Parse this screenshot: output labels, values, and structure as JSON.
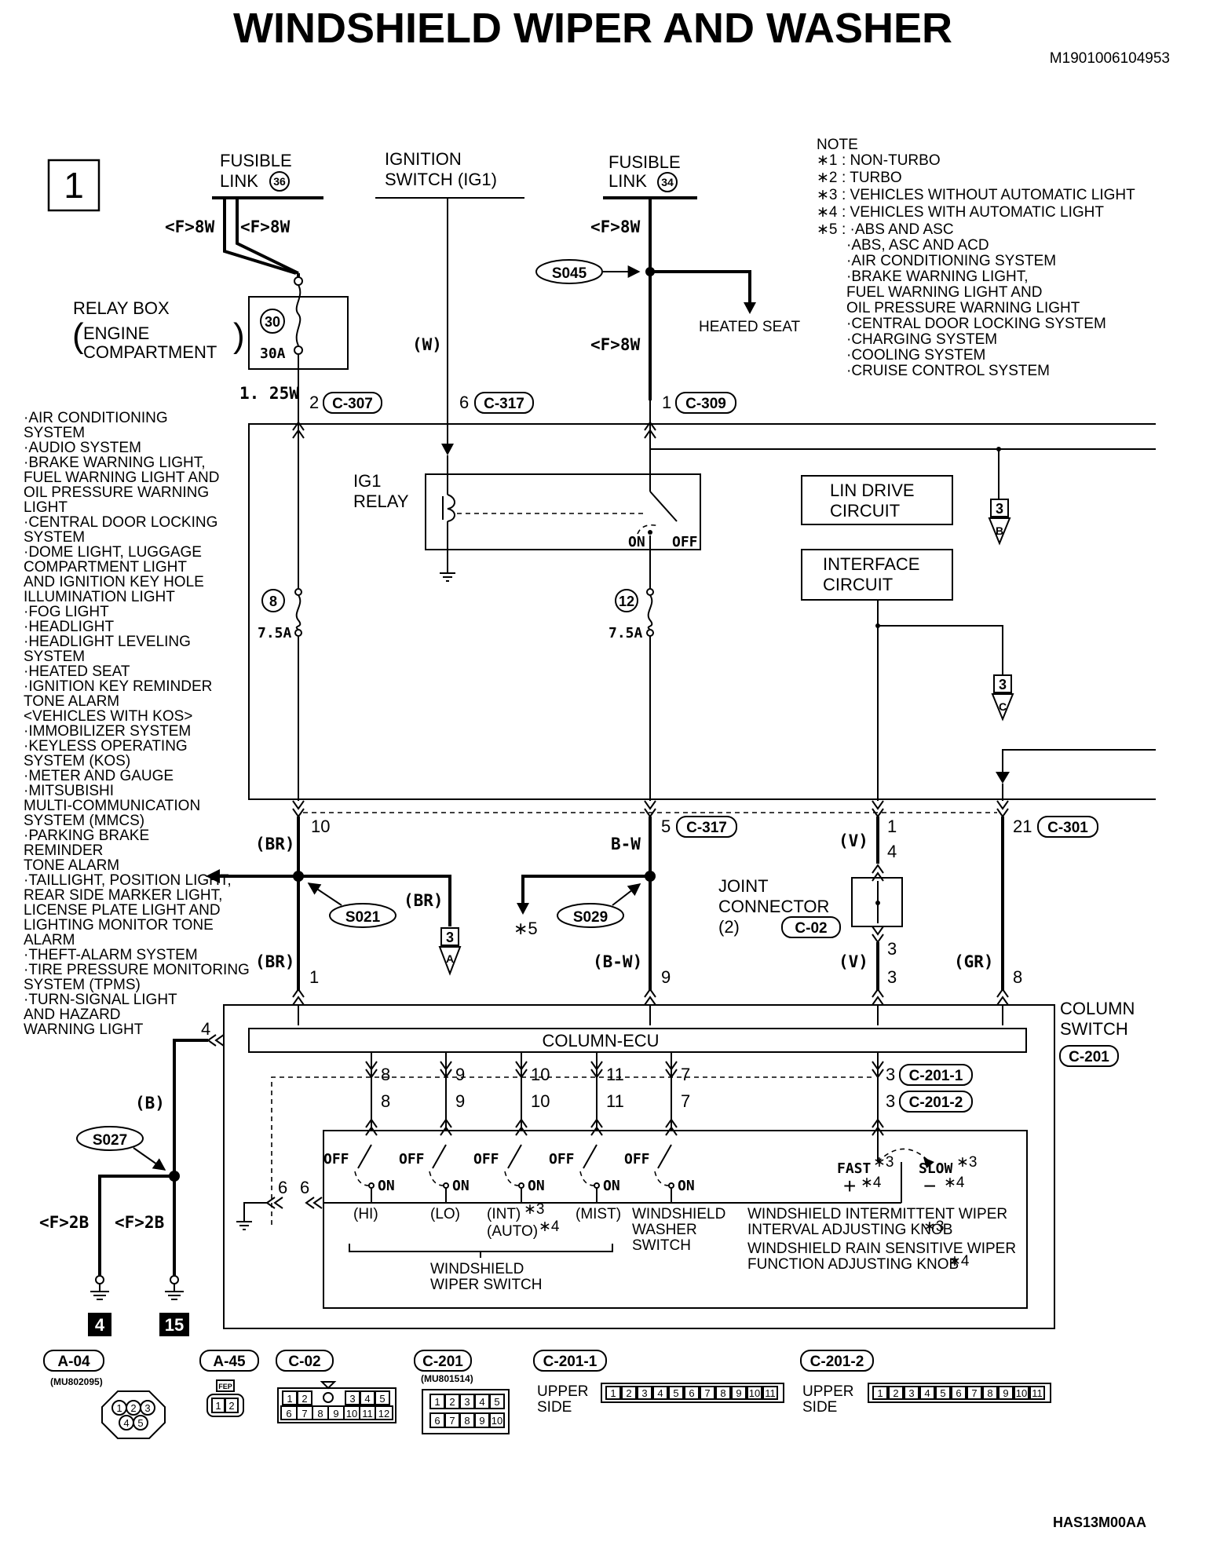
{
  "title": "WINDSHIELD WIPER AND WASHER",
  "doc_code": "M1901006104953",
  "footer_code": "HAS13M00AA",
  "page_number": "1",
  "notes": {
    "heading": "NOTE",
    "items": [
      {
        "mark": "∗1",
        "text": ": NON-TURBO"
      },
      {
        "mark": "∗2",
        "text": ": TURBO"
      },
      {
        "mark": "∗3",
        "text": ": VEHICLES WITHOUT AUTOMATIC LIGHT"
      },
      {
        "mark": "∗4",
        "text": ": VEHICLES WITH AUTOMATIC LIGHT"
      },
      {
        "mark": "∗5",
        "text": ": ·ABS AND ASC"
      }
    ],
    "star5_list": [
      "·ABS, ASC AND ACD",
      "·AIR CONDITIONING SYSTEM",
      "·BRAKE WARNING LIGHT,",
      " FUEL WARNING LIGHT AND",
      " OIL PRESSURE WARNING LIGHT",
      "·CENTRAL DOOR LOCKING SYSTEM",
      "·CHARGING SYSTEM",
      "·COOLING SYSTEM",
      "·CRUISE CONTROL SYSTEM"
    ]
  },
  "sources": {
    "fusible_36": {
      "line1": "FUSIBLE",
      "line2": "LINK",
      "num": "36"
    },
    "ignition": {
      "line1": "IGNITION",
      "line2": "SWITCH (IG1)"
    },
    "fusible_34": {
      "line1": "FUSIBLE",
      "line2": "LINK",
      "num": "34"
    }
  },
  "wire_labels": {
    "f8w_a": "<F>8W",
    "f8w_b": "<F>8W",
    "f8w_c": "<F>8W",
    "f8w_d": "<F>8W",
    "w": "(W)",
    "w125": "1. 25W",
    "br1": "(BR)",
    "br2": "(BR)",
    "br3": "(BR)",
    "bw1": "B-W",
    "bw2": "(B-W)",
    "v1": "(V)",
    "v2": "(V)",
    "gr": "(GR)",
    "b": "(B)",
    "f2b_a": "<F>2B",
    "f2b_b": "<F>2B"
  },
  "splices": {
    "s045": "S045",
    "s021": "S021",
    "s029": "S029",
    "s027": "S027"
  },
  "heated_seat": "HEATED SEAT",
  "relay_box": {
    "line1": "RELAY BOX",
    "line2": "ENGINE",
    "line3": "COMPARTMENT",
    "fuse_num": "30",
    "fuse_amp": "30A"
  },
  "connectors_top": {
    "c307": {
      "pin": "2",
      "id": "C-307"
    },
    "c317a": {
      "pin": "6",
      "id": "C-317"
    },
    "c309": {
      "pin": "1",
      "id": "C-309"
    }
  },
  "ig1_relay": {
    "line1": "IG1",
    "line2": "RELAY",
    "on": "ON",
    "off": "OFF"
  },
  "lin_drive": {
    "line1": "LIN DRIVE",
    "line2": "CIRCUIT"
  },
  "interface": {
    "line1": "INTERFACE",
    "line2": "CIRCUIT"
  },
  "fuse8": {
    "num": "8",
    "amp": "7.5A"
  },
  "fuse12": {
    "num": "12",
    "amp": "7.5A"
  },
  "refs": {
    "b": {
      "num": "3",
      "letter": "B"
    },
    "c": {
      "num": "3",
      "letter": "C"
    },
    "a": {
      "num": "3",
      "letter": "A"
    }
  },
  "pins_mid": {
    "p10": "10",
    "p5": "5",
    "c317b": "C-317",
    "p1": "1",
    "p4": "4",
    "p21": "21",
    "c301": "C-301",
    "p3a": "3",
    "p3b": "3",
    "pin1": "1",
    "pin9": "9",
    "pin8": "8",
    "pin4": "4"
  },
  "joint_connector": {
    "line1": "JOINT",
    "line2": "CONNECTOR",
    "line3": "(2)",
    "id": "C-02"
  },
  "star5": "∗5",
  "column_switch": {
    "line1": "COLUMN",
    "line2": "SWITCH",
    "id": "C-201"
  },
  "column_ecu": "COLUMN-ECU",
  "switch_pins": {
    "top": [
      "8",
      "9",
      "10",
      "11",
      "7"
    ],
    "bottom": [
      "8",
      "9",
      "10",
      "11",
      "7"
    ],
    "right_top": "3",
    "right_bottom": "3",
    "c2011": "C-201-1",
    "c2012": "C-201-2",
    "left_a": "6",
    "left_b": "6"
  },
  "switches": {
    "off": "OFF",
    "on": "ON",
    "hi": "(HI)",
    "lo": "(LO)",
    "int": "(INT)",
    "int_star": "∗3",
    "auto": "(AUTO)",
    "auto_star": "∗4",
    "mist": "(MIST)",
    "washer_1": "WINDSHIELD",
    "washer_2": "WASHER",
    "washer_3": "SWITCH",
    "wiper_1": "WINDSHIELD",
    "wiper_2": "WIPER SWITCH",
    "fast": "FAST",
    "fast_star": "∗3",
    "plus": "+",
    "plus_star": "∗4",
    "slow": "SLOW",
    "slow_star": "∗3",
    "minus": "−",
    "minus_star": "∗4",
    "knob1_1": "WINDSHIELD INTERMITTENT WIPER",
    "knob1_2": "INTERVAL ADJUSTING KNOB",
    "knob1_star": "∗3",
    "knob2_1": "WINDSHIELD RAIN SENSITIVE WIPER",
    "knob2_2": "FUNCTION ADJUSTING KNOB",
    "knob2_star": "∗4"
  },
  "grounds": {
    "g4": "4",
    "g15": "15"
  },
  "left_systems": [
    "·AIR CONDITIONING",
    " SYSTEM",
    "·AUDIO SYSTEM",
    "·BRAKE WARNING LIGHT,",
    " FUEL WARNING LIGHT AND",
    " OIL PRESSURE WARNING",
    " LIGHT",
    "·CENTRAL DOOR LOCKING",
    " SYSTEM",
    "·DOME LIGHT, LUGGAGE",
    " COMPARTMENT LIGHT",
    " AND IGNITION KEY HOLE",
    " ILLUMINATION LIGHT",
    "·FOG LIGHT",
    "·HEADLIGHT",
    "·HEADLIGHT LEVELING",
    " SYSTEM",
    "·HEATED SEAT",
    "·IGNITION KEY REMINDER",
    " TONE ALARM",
    " <VEHICLES WITH KOS>",
    "·IMMOBILIZER SYSTEM",
    "·KEYLESS OPERATING",
    " SYSTEM (KOS)",
    "·METER AND GAUGE",
    "·MITSUBISHI",
    " MULTI-COMMUNICATION",
    " SYSTEM (MMCS)",
    "·PARKING BRAKE",
    " REMINDER",
    " TONE ALARM",
    "·TAILLIGHT, POSITION LIGHT,",
    " REAR SIDE MARKER LIGHT,",
    " LICENSE PLATE LIGHT AND",
    " LIGHTING MONITOR TONE",
    " ALARM",
    "·THEFT-ALARM SYSTEM",
    "·TIRE PRESSURE MONITORING",
    " SYSTEM (TPMS)",
    "·TURN-SIGNAL LIGHT",
    " AND HAZARD",
    " WARNING LIGHT"
  ],
  "connector_legend": {
    "a04": {
      "id": "A-04",
      "part": "(MU802095)",
      "pins": [
        "1",
        "2",
        "3",
        "4",
        "5"
      ]
    },
    "a45": {
      "id": "A-45",
      "tag": "FEP",
      "pins": [
        "1",
        "2"
      ]
    },
    "c02": {
      "id": "C-02",
      "pins_top": [
        "1",
        "2",
        "",
        "3",
        "4",
        "5"
      ],
      "pins_bottom": [
        "6",
        "7",
        "8",
        "9",
        "10",
        "11",
        "12"
      ]
    },
    "c201": {
      "id": "C-201",
      "part": "(MU801514)",
      "pins_top": [
        "1",
        "2",
        "3",
        "4",
        "5"
      ],
      "pins_bottom": [
        "6",
        "7",
        "8",
        "9",
        "10"
      ]
    },
    "c2011": {
      "id": "C-201-1",
      "side": "UPPER",
      "side2": "SIDE",
      "pins": [
        "1",
        "2",
        "3",
        "4",
        "5",
        "6",
        "7",
        "8",
        "9",
        "10",
        "11"
      ]
    },
    "c2012": {
      "id": "C-201-2",
      "side": "UPPER",
      "side2": "SIDE",
      "pins": [
        "1",
        "2",
        "3",
        "4",
        "5",
        "6",
        "7",
        "8",
        "9",
        "10",
        "11"
      ]
    }
  }
}
